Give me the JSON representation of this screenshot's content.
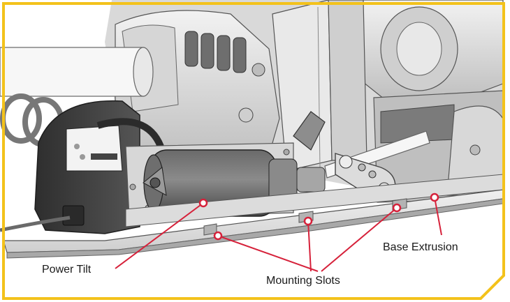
{
  "frame": {
    "accent": "#f3c21b"
  },
  "callouts": {
    "power_tilt": "Power Tilt",
    "mounting_slots": "Mounting Slots",
    "base_extrusion": "Base Extrusion"
  },
  "colors": {
    "leader": "#d6213a",
    "housing_dark": "#3f3f3f",
    "metal_light": "#e6e6e6",
    "metal_mid": "#c9c9c9",
    "shadow": "#9a9a9a"
  }
}
